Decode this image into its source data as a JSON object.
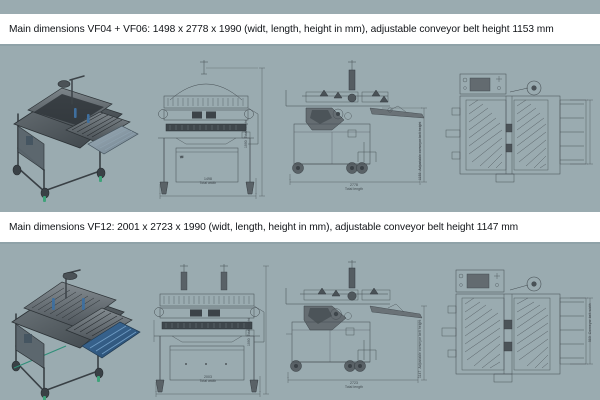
{
  "document": {
    "background_color": "#9aabb0",
    "band_color": "#ffffff"
  },
  "sections": [
    {
      "id": "vf04-vf06",
      "heading": "Main dimensions VF04 + VF06: 1498 x 2778 x 1990 (widt, length, height in mm), adjustable conveyor belt height 1153 mm",
      "model": "VF04 + VF06",
      "views": {
        "render": {
          "caption": ""
        },
        "front": {
          "width_value": "1498",
          "width_caption": "Total width",
          "height_value": "1990",
          "height_caption": "Total height"
        },
        "side": {
          "length_value": "2778",
          "length_caption": "Total length",
          "belt_value": "1153",
          "belt_caption": "Adjustable conveyor belt height"
        },
        "top": {
          "belt_width_value": "580",
          "belt_width_caption": "Conveyor belt width"
        }
      }
    },
    {
      "id": "vf12",
      "heading": "Main dimensions VF12: 2001 x 2723 x 1990 (widt, length, height in mm), adjustable conveyor belt height 1147 mm",
      "model": "VF12",
      "views": {
        "render": {
          "caption": ""
        },
        "front": {
          "width_value": "2003",
          "width_caption": "Total width",
          "height_value": "1990",
          "height_caption": "Total height"
        },
        "side": {
          "length_value": "2723",
          "length_caption": "Total length",
          "belt_value": "1147",
          "belt_caption": "Adjustable conveyor belt height"
        },
        "top": {
          "belt_width_value": "580",
          "belt_width_caption": "Conveyor belt width"
        }
      }
    }
  ]
}
